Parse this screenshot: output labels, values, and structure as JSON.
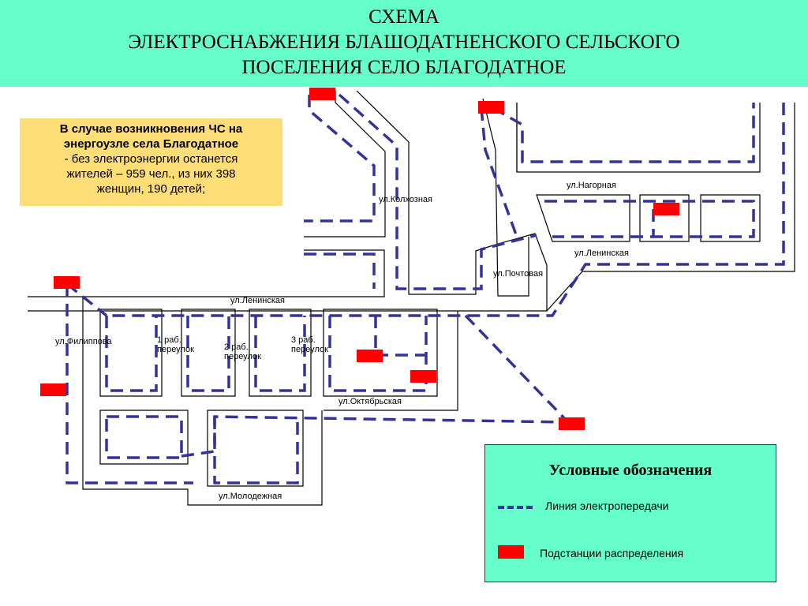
{
  "header": {
    "line1": "СХЕМА",
    "line2": "ЭЛЕКТРОСНАБЖЕНИЯ БЛАШОДАТНЕНСКОГО СЕЛЬСКОГО",
    "line3": "ПОСЕЛЕНИЯ  СЕЛО  БЛАГОДАТНОЕ"
  },
  "info": {
    "line1": "В случае возникновения ЧС на",
    "line2": "энергоузле села Благодатное",
    "line3": "- без электроэнергии останется",
    "line4": "жителей – 959 чел., из них 398",
    "line5": "женщин, 190 детей;"
  },
  "streets": {
    "kolkhoznaya": "ул.Колхозная",
    "nagornaya": "ул.Нагорная",
    "leninskaya_right": "ул.Ленинская",
    "pochtovaya": "ул.Почтовая",
    "leninskaya_main": "ул.Ленинская",
    "filippova": "ул.Филиппова",
    "lane1_a": "1 раб.",
    "lane1_b": "переулок",
    "lane2_a": "2 раб.",
    "lane2_b": "переулок",
    "lane3_a": "3 раб.",
    "lane3_b": "переулок",
    "oktyabrskaya": "ул.Октябрьская",
    "molodezhnaya": "ул.Молодежная"
  },
  "legend": {
    "title": "Условные обозначения",
    "power_line": "Линия электропередачи",
    "substation": "Подстанции распределения"
  },
  "colors": {
    "header_bg": "#66ffcc",
    "info_bg": "#ffdd77",
    "power_line": "#333399",
    "substation": "#ff0000"
  }
}
